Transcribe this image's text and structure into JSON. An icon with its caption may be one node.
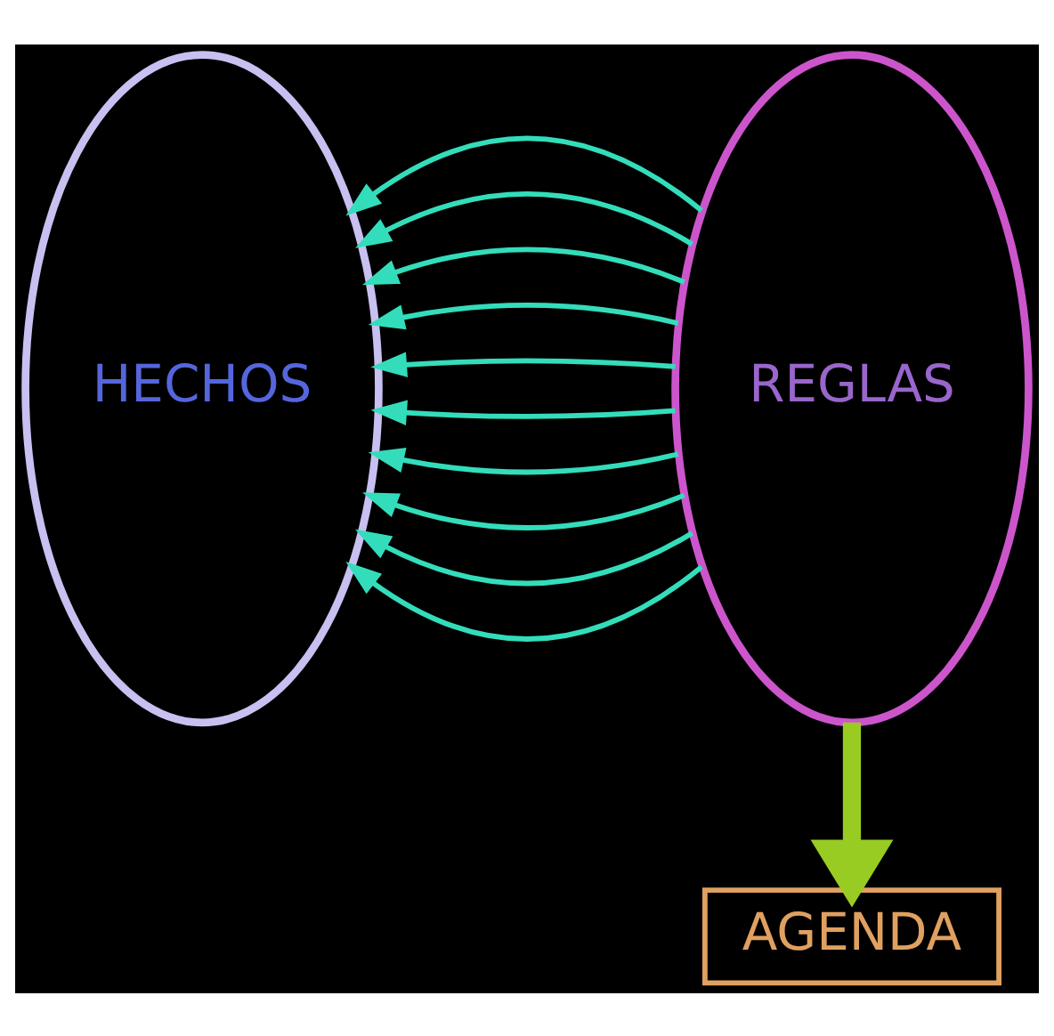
{
  "diagram": {
    "nodes": [
      {
        "text": [
          "HECHOS"
        ]
      },
      {
        "text": [
          "REGLAS"
        ]
      },
      {
        "text": [
          "AGENDA"
        ]
      }
    ],
    "edges": [
      {
        "from": 1,
        "to": 0,
        "arrow": "to"
      },
      {
        "from": 1,
        "to": 0,
        "arrow": "to"
      },
      {
        "from": 1,
        "to": 0,
        "arrow": "to"
      },
      {
        "from": 1,
        "to": 0,
        "arrow": "to"
      },
      {
        "from": 1,
        "to": 0,
        "arrow": "to"
      },
      {
        "from": 1,
        "to": 0,
        "arrow": "to"
      },
      {
        "from": 1,
        "to": 0,
        "arrow": "to"
      },
      {
        "from": 1,
        "to": 0,
        "arrow": "to"
      },
      {
        "from": 1,
        "to": 0,
        "arrow": "to"
      },
      {
        "from": 1,
        "to": 0,
        "arrow": "to"
      },
      {
        "from": 1,
        "to": 2,
        "arrow": "to",
        "style": "thick",
        "color": "#99cc22"
      }
    ]
  }
}
